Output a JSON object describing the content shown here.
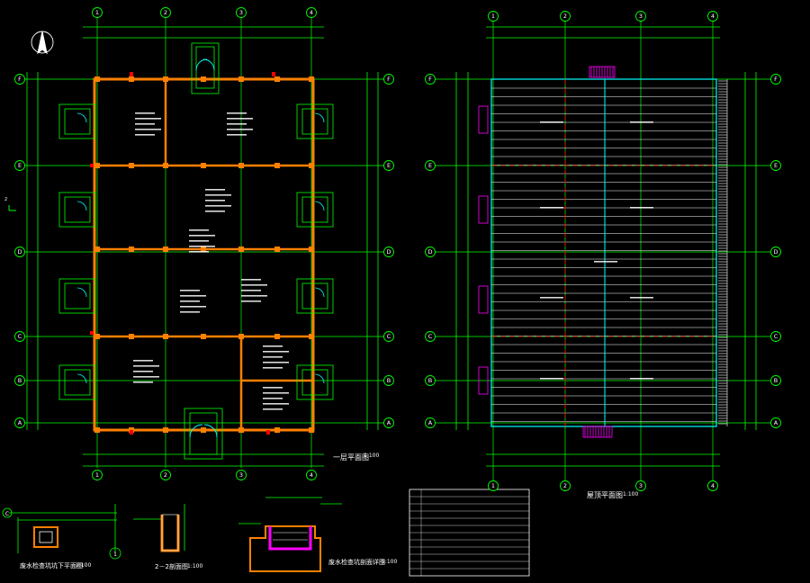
{
  "drawing": {
    "floor_plan_title": "一层平面图",
    "floor_plan_scale": "1:100",
    "roof_plan_title": "屋顶平面图",
    "roof_plan_scale": "1:100",
    "pit_plan_title": "废水检查坑坑下平面图",
    "pit_plan_scale": "1:100",
    "section_title": "2－2剖面图",
    "section_scale": "1:100",
    "detail_title": "废水检查坑剖面详图",
    "detail_scale": "1:100",
    "section_mark": "2",
    "column_axes": [
      "1",
      "2",
      "3",
      "4"
    ],
    "row_axes": [
      "F",
      "E",
      "D",
      "C",
      "B",
      "A"
    ],
    "pit_axis_left": "C",
    "pit_axis_bottom": "1"
  },
  "colors": {
    "background": "#000000",
    "axis": "#00ff00",
    "dimension": "#00ff00",
    "wall_fill": "#ff8000",
    "column": "#ff8000",
    "door": "#00ffff",
    "hatch": "#ff00ff",
    "roof_line": "#ffffff",
    "ridge_red": "#ff0000",
    "ridge_cyan": "#00ffff",
    "text": "#ffffff",
    "red_marker": "#ff0000",
    "legend_border": "#ffffff"
  }
}
